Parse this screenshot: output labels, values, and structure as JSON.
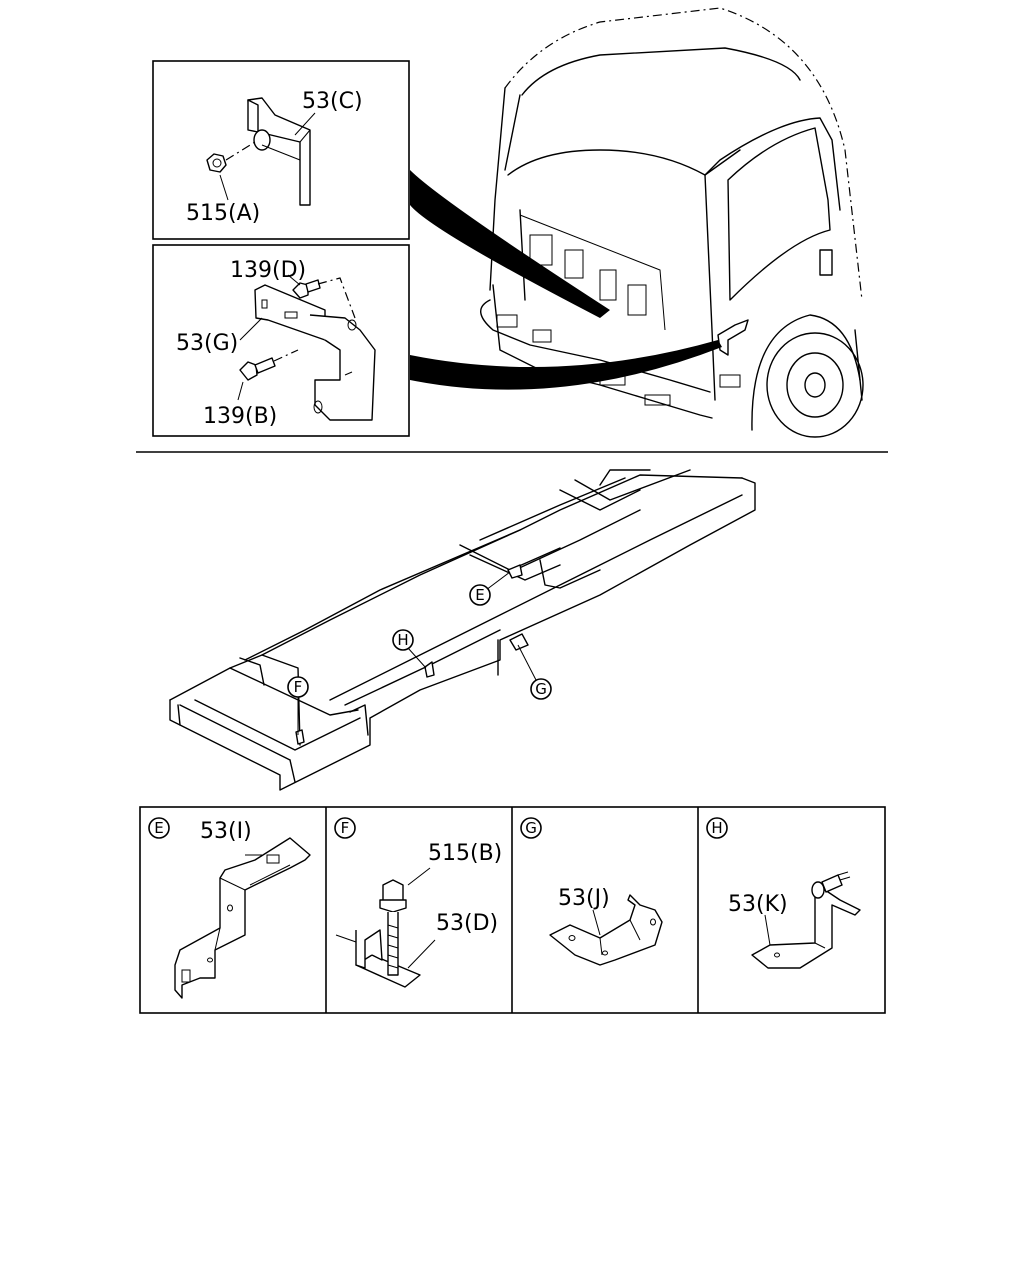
{
  "callouts": {
    "c53C": "53(C)",
    "c515A": "515(A)",
    "c139D": "139(D)",
    "c53G": "53(G)",
    "c139B": "139(B)",
    "c53I": "53(I)",
    "c515B": "515(B)",
    "c53D": "53(D)",
    "c53J": "53(J)",
    "c53K": "53(K)"
  },
  "view_markers": {
    "E": "E",
    "F": "F",
    "G": "G",
    "H": "H"
  },
  "colors": {
    "line": "#000000",
    "background": "#ffffff"
  }
}
